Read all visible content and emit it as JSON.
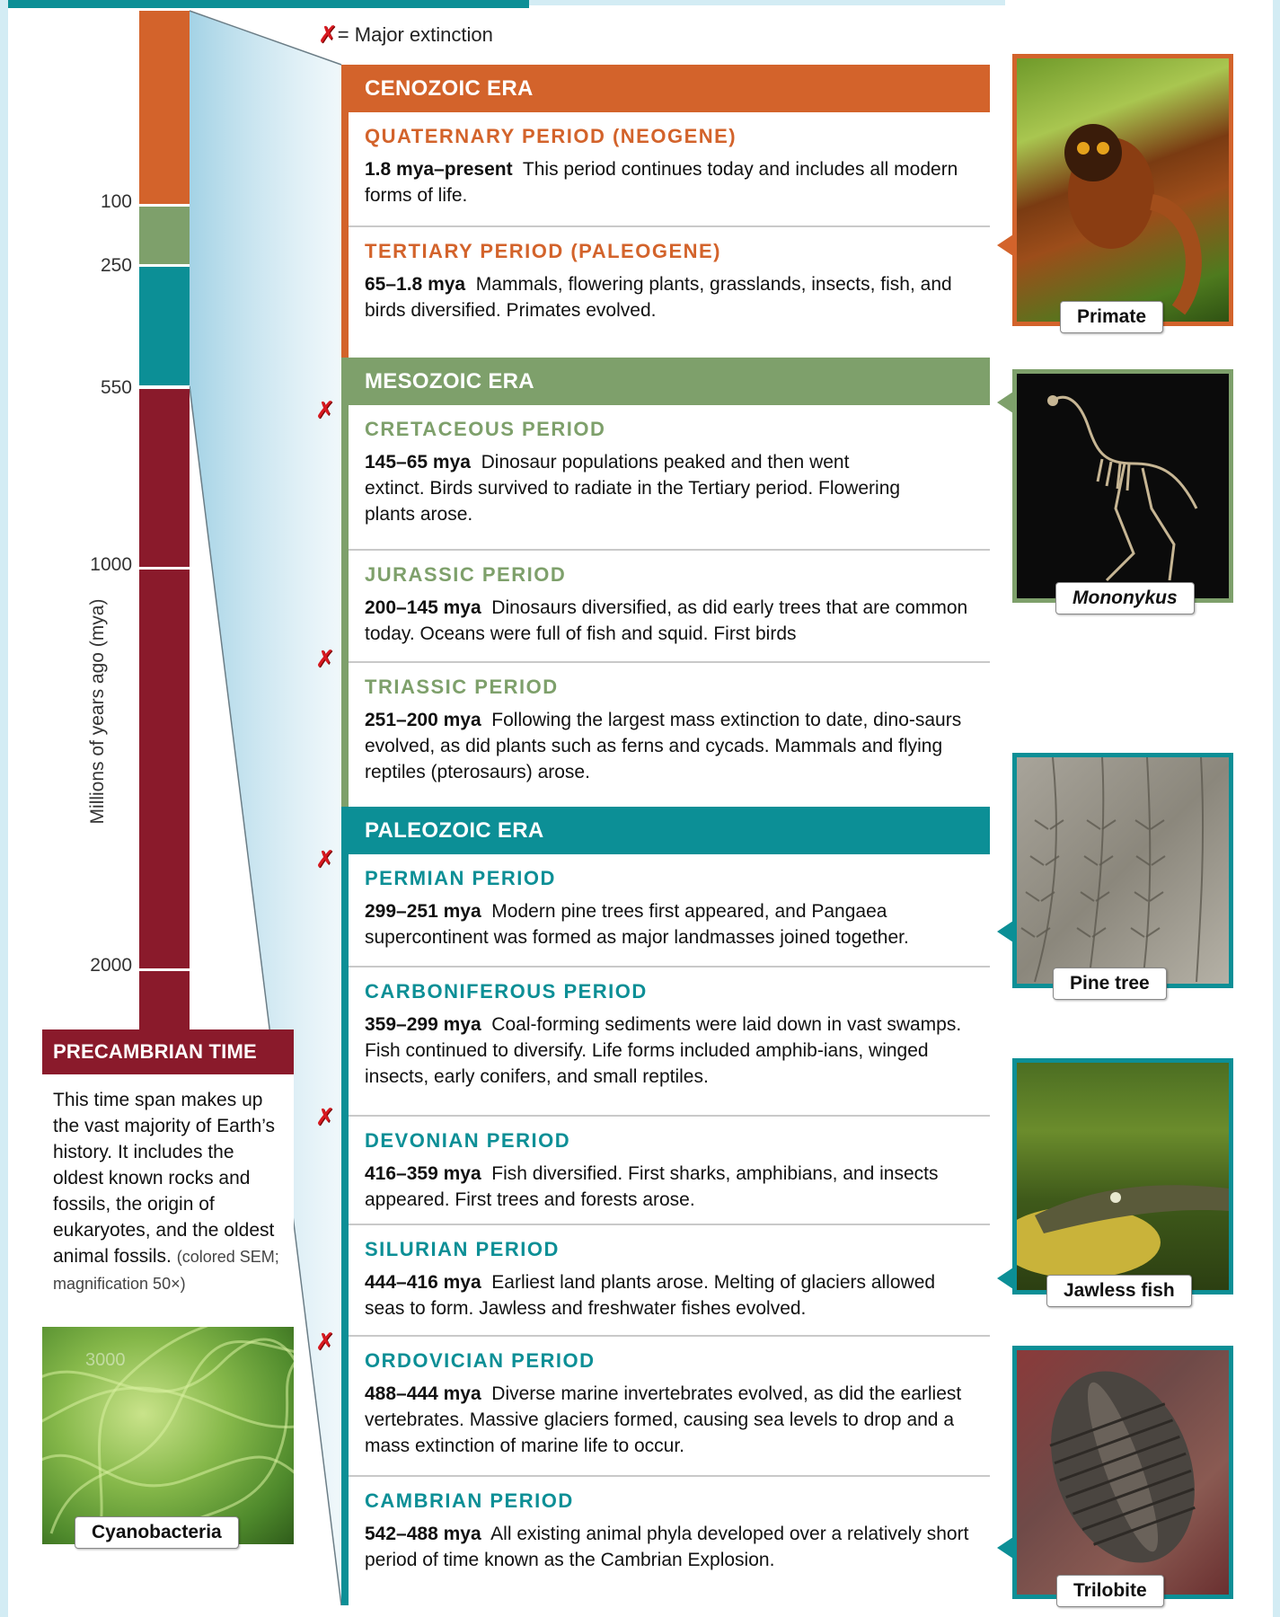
{
  "legend": {
    "icon": "x-mark-icon",
    "text": "= Major extinction"
  },
  "colors": {
    "cenozoic": "#d3632b",
    "mesozoic": "#7ea06b",
    "paleozoic": "#0c8f96",
    "precambrian": "#8a1a2b",
    "extinction": "#d71920"
  },
  "axis": {
    "title": "Millions of years ago (mya)",
    "ticks": [
      "100",
      "250",
      "550",
      "1000",
      "2000"
    ]
  },
  "eras": [
    {
      "name": "CENOZOIC ERA",
      "periods": [
        {
          "title": "QUATERNARY PERIOD (NEOGENE)",
          "dates": "1.8 mya–present",
          "text": "This period continues today and includes all modern forms of life."
        },
        {
          "title": "TERTIARY PERIOD (PALEOGENE)",
          "dates": "65–1.8 mya",
          "text": "Mammals, flowering plants, grasslands, insects, fish, and birds diversified. Primates evolved."
        }
      ]
    },
    {
      "name": "MESOZOIC ERA",
      "periods": [
        {
          "title": "CRETACEOUS PERIOD",
          "dates": "145–65 mya",
          "text": "Dinosaur populations peaked and then went extinct. Birds survived to radiate in the Tertiary period. Flowering plants arose."
        },
        {
          "title": "JURASSIC PERIOD",
          "dates": "200–145 mya",
          "text": "Dinosaurs diversified, as did early trees that are common today. Oceans were full of fish and squid. First birds"
        },
        {
          "title": "TRIASSIC PERIOD",
          "dates": "251–200 mya",
          "text": "Following the largest mass extinction to date, dino-saurs evolved, as did plants such as ferns and cycads. Mammals and flying reptiles (pterosaurs) arose."
        }
      ]
    },
    {
      "name": "PALEOZOIC ERA",
      "periods": [
        {
          "title": "PERMIAN PERIOD",
          "dates": "299–251 mya",
          "text": "Modern pine trees first appeared, and Pangaea supercontinent was formed as major landmasses joined together."
        },
        {
          "title": "CARBONIFEROUS PERIOD",
          "dates": "359–299 mya",
          "text": "Coal-forming sediments were laid down in vast swamps. Fish continued to diversify. Life forms included amphib-ians, winged insects, early conifers, and small reptiles."
        },
        {
          "title": "DEVONIAN PERIOD",
          "dates": "416–359 mya",
          "text": "Fish diversified. First sharks, amphibians, and insects appeared. First trees and forests arose."
        },
        {
          "title": "SILURIAN PERIOD",
          "dates": "444–416 mya",
          "text": "Earliest land plants arose. Melting of glaciers allowed seas to form. Jawless and freshwater fishes evolved."
        },
        {
          "title": "ORDOVICIAN PERIOD",
          "dates": "488–444 mya",
          "text": "Diverse marine invertebrates evolved, as did the earliest vertebrates. Massive glaciers formed, causing sea levels to drop and a mass extinction of marine life to occur."
        },
        {
          "title": "CAMBRIAN PERIOD",
          "dates": "542–488 mya",
          "text": "All existing animal phyla developed over a relatively short period of time known as the Cambrian Explosion."
        }
      ]
    }
  ],
  "precambrian": {
    "title": "PRECAMBRIAN TIME",
    "text": "This time span makes up the vast majority of Earth’s history. It includes the oldest known rocks and fossils, the origin of eukaryotes, and the oldest animal fossils.",
    "note": "(colored SEM; magnification 50×)",
    "photo_label": "3000",
    "caption": "Cyanobacteria"
  },
  "photos": [
    {
      "caption": "Primate"
    },
    {
      "caption": "Mononykus"
    },
    {
      "caption": "Pine tree"
    },
    {
      "caption": "Jawless fish"
    },
    {
      "caption": "Trilobite"
    }
  ]
}
